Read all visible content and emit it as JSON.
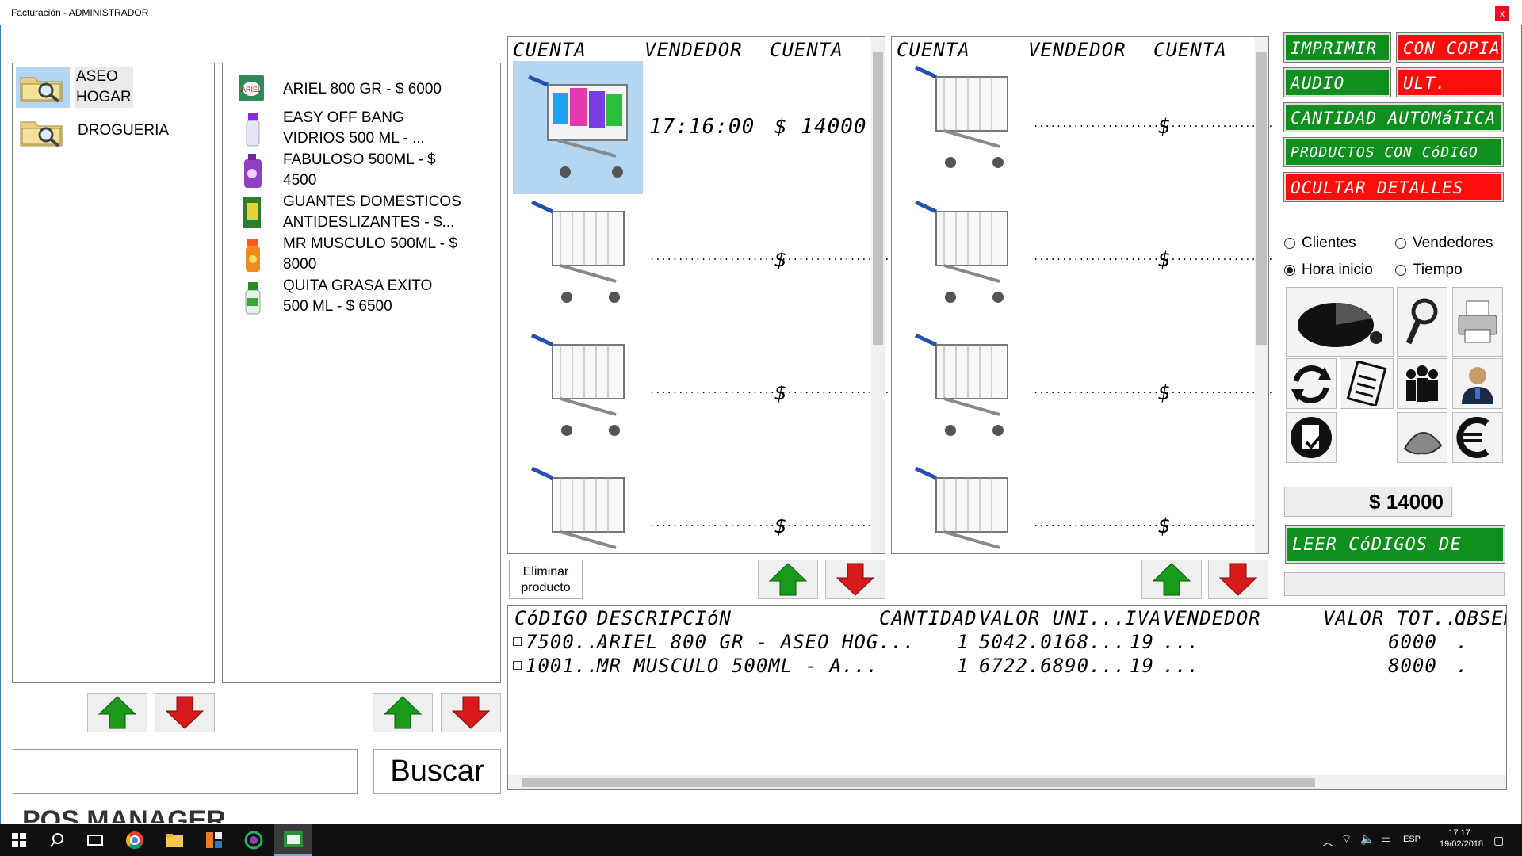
{
  "window": {
    "title": "Facturación - ADMINISTRADOR",
    "close_glyph": "x"
  },
  "categories": [
    {
      "label_line1": "ASEO",
      "label_line2": "HOGAR",
      "icon": "folder-search-icon",
      "selected": true
    },
    {
      "label_line1": "DROGUERIA",
      "label_line2": "",
      "icon": "folder-search-icon",
      "selected": false
    }
  ],
  "products": [
    {
      "line1": "ARIEL 800 GR - $ 6000",
      "line2": "",
      "icon": "ariel-detergent-icon"
    },
    {
      "line1": "EASY OFF BANG",
      "line2": "VIDRIOS 500 ML - ...",
      "icon": "spray-bottle-icon"
    },
    {
      "line1": "FABULOSO 500ML - $",
      "line2": "4500",
      "icon": "fabuloso-bottle-icon"
    },
    {
      "line1": "GUANTES DOMESTICOS",
      "line2": "ANTIDESLIZANTES - $...",
      "icon": "gloves-icon"
    },
    {
      "line1": "MR MUSCULO 500ML - $",
      "line2": "8000",
      "icon": "orange-spray-icon"
    },
    {
      "line1": "QUITA GRASA EXITO",
      "line2": "500 ML - $ 6500",
      "icon": "green-spray-icon"
    }
  ],
  "search": {
    "value": "",
    "button_label": "Buscar"
  },
  "accounts_left": {
    "headers": [
      "CUENTA",
      "VENDEDOR",
      "CUENTA"
    ],
    "rows": [
      {
        "time": "17:16:00",
        "total": "$ 14000",
        "active": true
      },
      {
        "time": "",
        "total": "$",
        "dots": "..........................................",
        "active": false
      },
      {
        "time": "",
        "total": "$",
        "dots": "..........................................",
        "active": false
      },
      {
        "time": "",
        "total": "$",
        "dots": "..........................................",
        "active": false
      }
    ]
  },
  "accounts_right": {
    "headers": [
      "CUENTA",
      "VENDEDOR",
      "CUENTA"
    ],
    "rows": [
      {
        "total": "$",
        "dots": ".........................................."
      },
      {
        "total": "$",
        "dots": ".........................................."
      },
      {
        "total": "$",
        "dots": ".........................................."
      },
      {
        "total": "$",
        "dots": ".........................................."
      }
    ]
  },
  "delete_button": {
    "line1": "Eliminar",
    "line2": "producto"
  },
  "detail_table": {
    "headers": [
      "CóDIGO",
      "DESCRIPCIóN",
      "CANTIDAD",
      "VALOR UNI...",
      "IVA",
      "VENDEDOR",
      "VALOR TOT...",
      "OBSER"
    ],
    "rows": [
      {
        "code": "7500...",
        "desc": "ARIEL 800 GR - ASEO HOG...",
        "qty": "1",
        "unit": "5042.0168...",
        "iva": "19",
        "vend": "...",
        "total": "6000",
        "obs": "."
      },
      {
        "code": "1001...",
        "desc": "MR MUSCULO 500ML - A...",
        "qty": "1",
        "unit": "6722.6890...",
        "iva": "19",
        "vend": "...",
        "total": "8000",
        "obs": "."
      }
    ]
  },
  "right_buttons": {
    "imprimir": "IMPRIMIR",
    "con_copia": "CON COPIA",
    "audio": "AUDIO",
    "ult_precio": "ULT. PRECIO",
    "cantidad": "CANTIDAD AUTOMáTICA",
    "productos": "PRODUCTOS CON CóDIGO DE BARRAS",
    "ocultar": "OCULTAR DETALLES",
    "leer": "LEER CóDIGOS DE BARRAS"
  },
  "radios": [
    {
      "label": "Clientes",
      "checked": false
    },
    {
      "label": "Vendedores",
      "checked": false
    },
    {
      "label": "Hora inicio",
      "checked": true
    },
    {
      "label": "Tiempo",
      "checked": false
    }
  ],
  "tool_icons": [
    "pie-chart-icon",
    "search-magnifier-icon",
    "printer-icon",
    "refresh-arrows-icon",
    "report-list-icon",
    "people-group-icon",
    "user-admin-icon",
    "document-check-icon",
    "mouse-icon",
    "currency-euro-icon"
  ],
  "total": "$ 14000",
  "footer_partial_text": "POS MANAGER",
  "taskbar": {
    "lang": "ESP",
    "time": "17:17",
    "date": "19/02/2018"
  },
  "colors": {
    "green": "#0f8f1d",
    "red": "#ff0d0d",
    "selected_bg": "#b3d7f3"
  }
}
